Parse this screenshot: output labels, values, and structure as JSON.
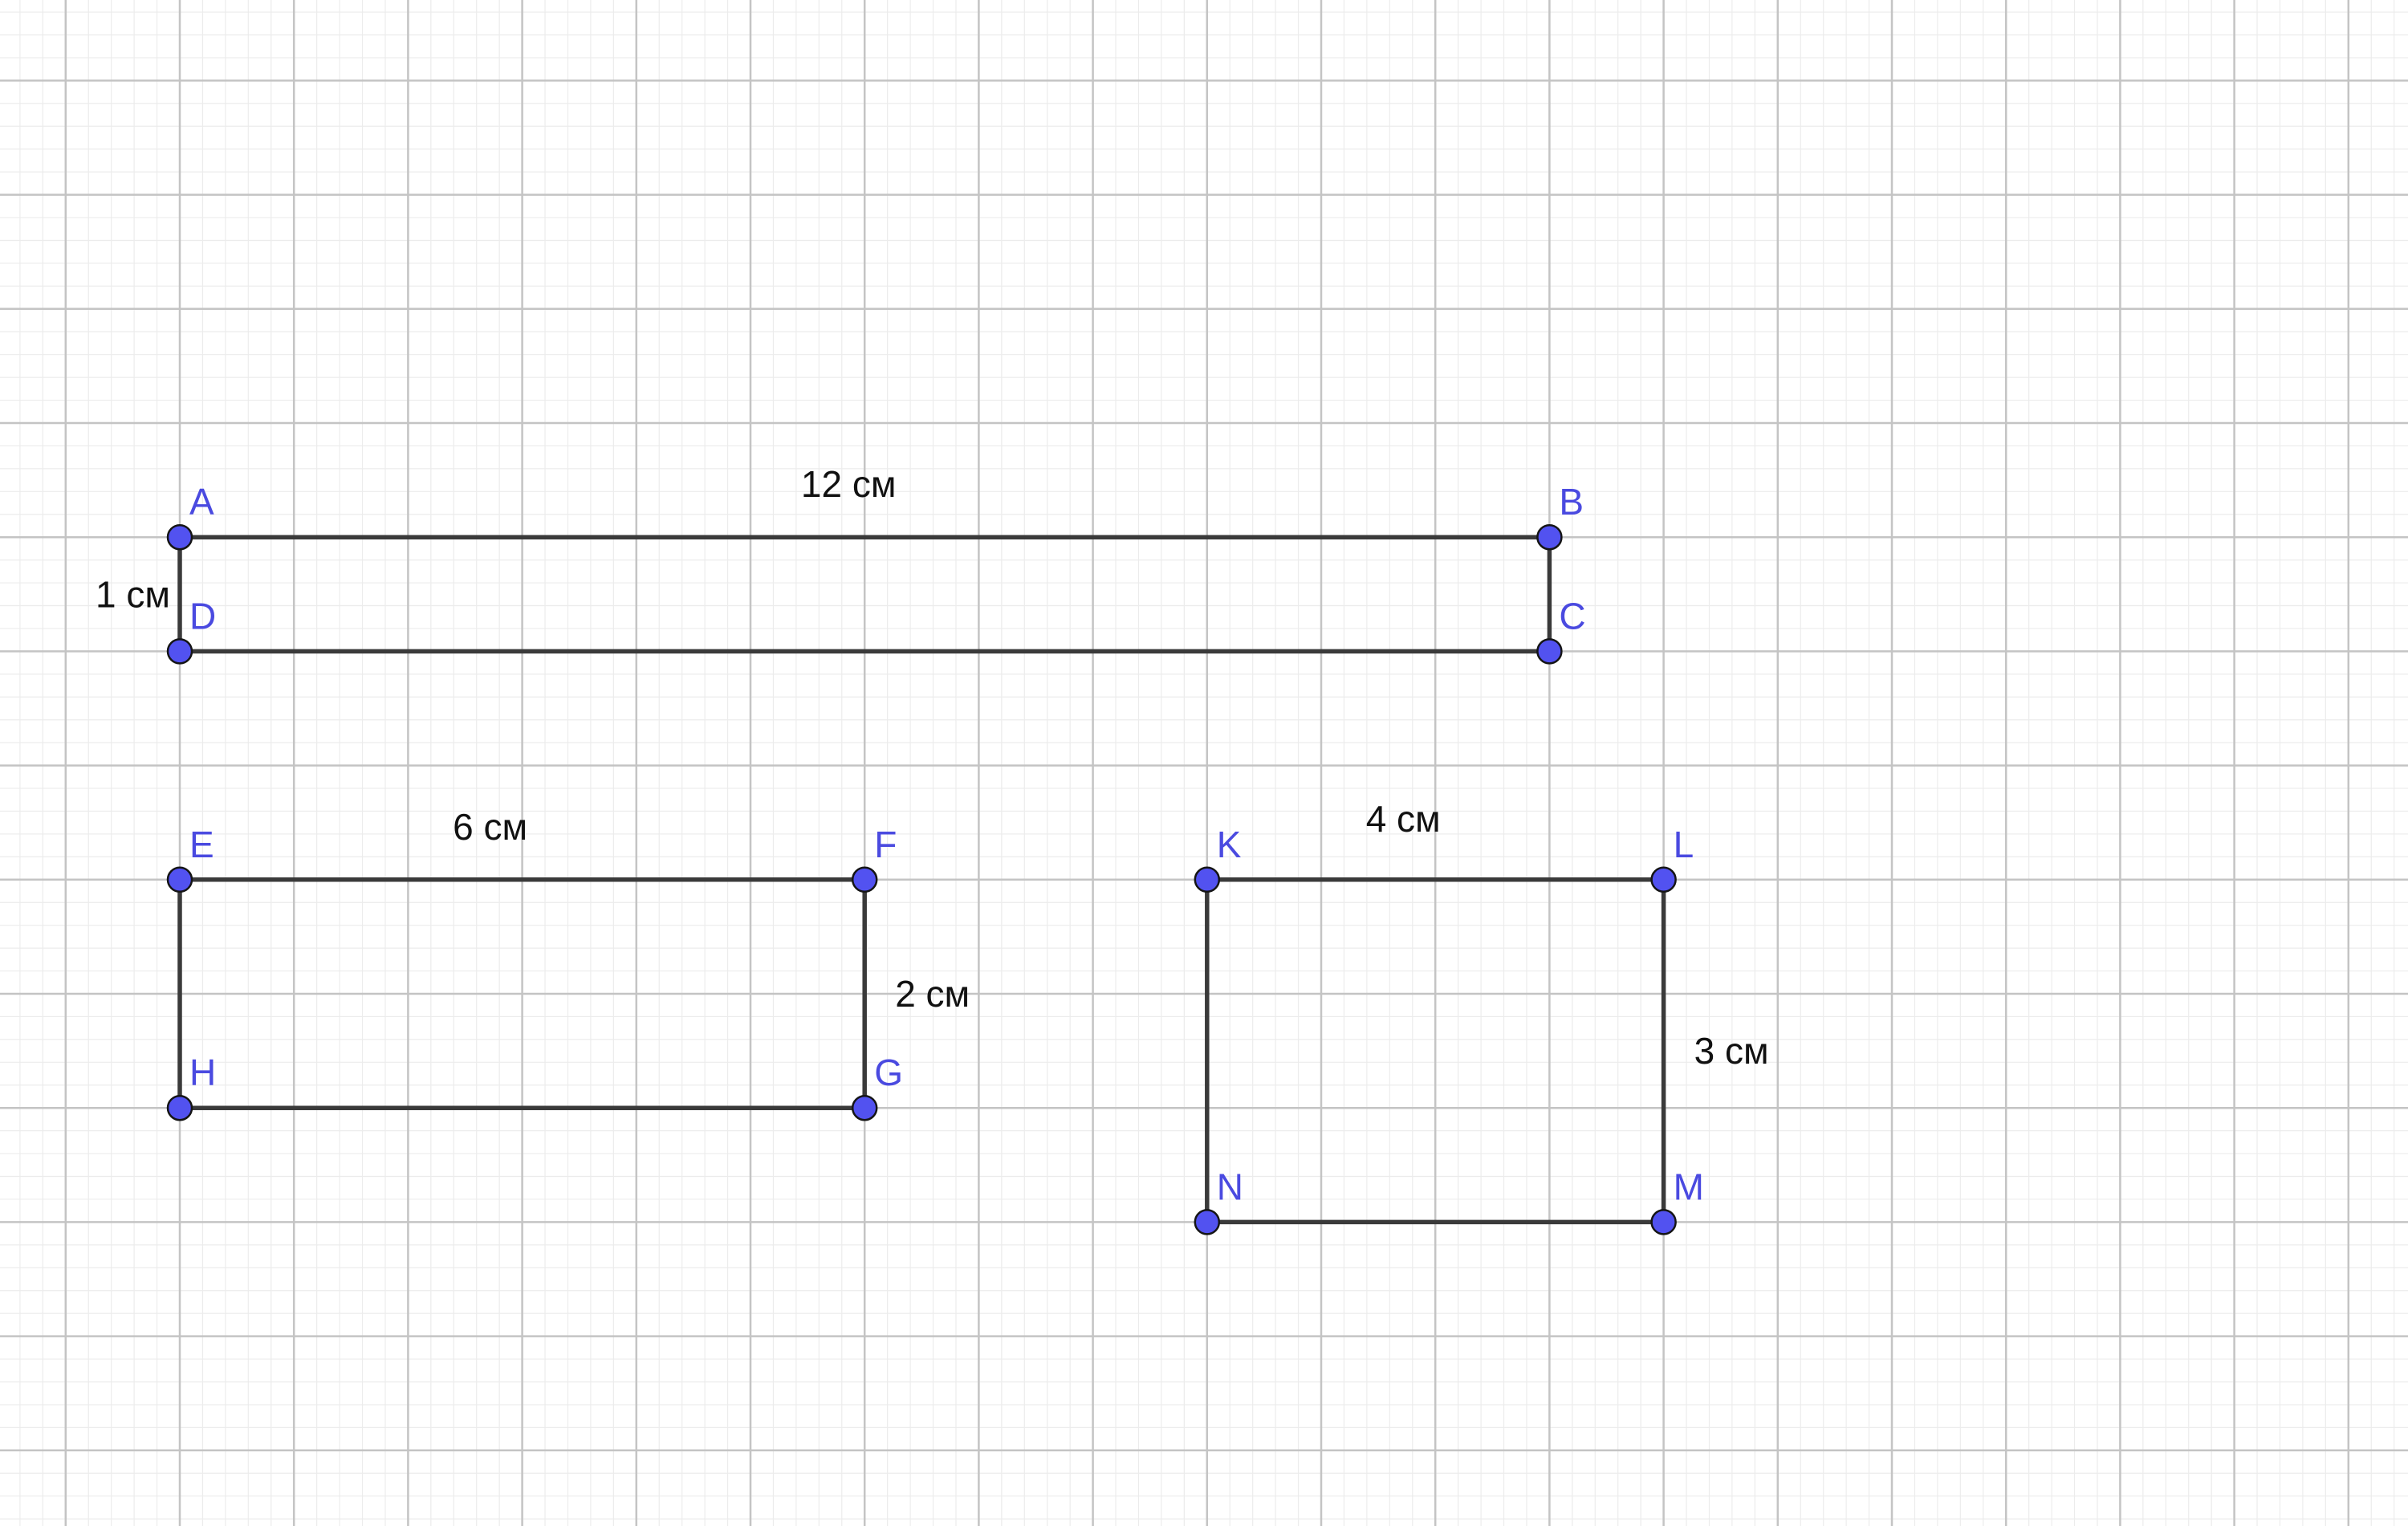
{
  "colors": {
    "background": "#ffffff",
    "grid_major": "#c4c4c4",
    "grid_minor": "#ececec",
    "segment": "#3a3a3a",
    "point_fill": "#5252f0",
    "point_label": "#4a4ae0",
    "dimension_label": "#111111"
  },
  "shapes": [
    {
      "id": "ABCD",
      "points": [
        {
          "name": "A",
          "x": 0,
          "y": 9
        },
        {
          "name": "B",
          "x": 12,
          "y": 9
        },
        {
          "name": "C",
          "x": 12,
          "y": 8
        },
        {
          "name": "D",
          "x": 0,
          "y": 8
        }
      ],
      "edges": [
        [
          "A",
          "B"
        ],
        [
          "B",
          "C"
        ],
        [
          "C",
          "D"
        ],
        [
          "D",
          "A"
        ]
      ],
      "labels": [
        {
          "text": "12 см",
          "side": "top"
        },
        {
          "text": "1 см",
          "side": "left"
        }
      ]
    },
    {
      "id": "EFGH",
      "points": [
        {
          "name": "E",
          "x": 0,
          "y": 6
        },
        {
          "name": "F",
          "x": 6,
          "y": 6
        },
        {
          "name": "G",
          "x": 6,
          "y": 4
        },
        {
          "name": "H",
          "x": 0,
          "y": 4
        }
      ],
      "edges": [
        [
          "E",
          "F"
        ],
        [
          "F",
          "G"
        ],
        [
          "G",
          "H"
        ],
        [
          "H",
          "E"
        ]
      ],
      "labels": [
        {
          "text": "6 см",
          "side": "top"
        },
        {
          "text": "2 см",
          "side": "right"
        }
      ]
    },
    {
      "id": "KLMN",
      "points": [
        {
          "name": "K",
          "x": 9,
          "y": 6
        },
        {
          "name": "L",
          "x": 13,
          "y": 6
        },
        {
          "name": "M",
          "x": 13,
          "y": 3
        },
        {
          "name": "N",
          "x": 9,
          "y": 3
        }
      ],
      "edges": [
        [
          "K",
          "L"
        ],
        [
          "L",
          "M"
        ],
        [
          "M",
          "N"
        ],
        [
          "N",
          "K"
        ]
      ],
      "labels": [
        {
          "text": "4 см",
          "side": "top"
        },
        {
          "text": "3 см",
          "side": "right"
        }
      ]
    }
  ]
}
